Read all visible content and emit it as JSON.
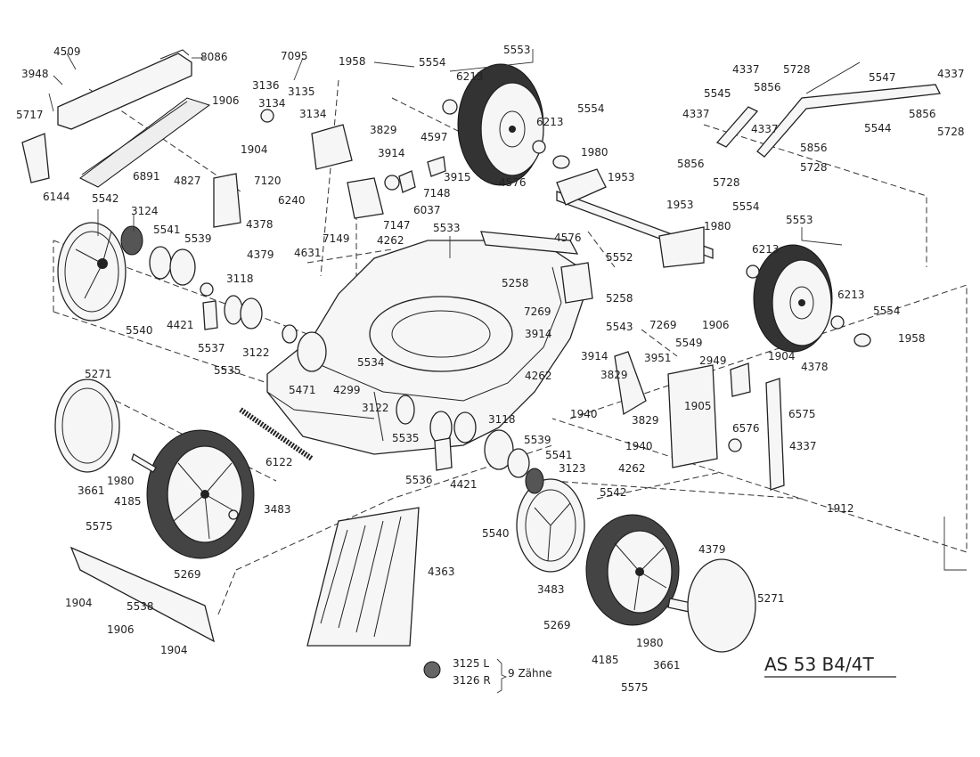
{
  "title": "AS 53 B4/4T",
  "note": {
    "parts": [
      "3125 L",
      "3126 R"
    ],
    "text": "9 Zähne"
  },
  "labels": {
    "l8086": "8086",
    "l4509": "4509",
    "l3948": "3948",
    "l5717": "5717",
    "l6144": "6144",
    "l6891": "6891",
    "l1906a": "1906",
    "l1904a": "1904",
    "l4827": "4827",
    "l7095": "7095",
    "l3136": "3136",
    "l3134a": "3134",
    "l3135": "3135",
    "l3134b": "3134",
    "l7120": "7120",
    "l6240": "6240",
    "l4378a": "4378",
    "l4379a": "4379",
    "l4631": "4631",
    "l7149": "7149",
    "l4262a": "4262",
    "l7147": "7147",
    "l6037": "6037",
    "l7148": "7148",
    "l3915": "3915",
    "l3914a": "3914",
    "l3829a": "3829",
    "l4597": "4597",
    "l1958a": "1958",
    "l5554a": "5554",
    "l6213a": "6213",
    "l5553a": "5553",
    "l5554b": "5554",
    "l6213b": "6213",
    "l1980a": "1980",
    "l1953a": "1953",
    "l4576a": "4576",
    "l4576b": "4576",
    "l5552": "5552",
    "l1953b": "1953",
    "l5533": "5533",
    "l5258a": "5258",
    "l5258b": "5258",
    "l5542a": "5542",
    "l3124": "3124",
    "l5541a": "5541",
    "l5539a": "5539",
    "l3118a": "3118",
    "l5540a": "5540",
    "l4421a": "4421",
    "l5537": "5537",
    "l5535a": "5535",
    "l3122a": "3122",
    "l5534": "5534",
    "l5471": "5471",
    "l4299": "4299",
    "l7269a": "7269",
    "l3914b": "3914",
    "l4262b": "4262",
    "l3914c": "3914",
    "l3829b": "3829",
    "l1940a": "1940",
    "l5543": "5543",
    "l7269b": "7269",
    "l3951": "3951",
    "l5549": "5549",
    "l2949": "2949",
    "l1906b": "1906",
    "l1904b": "1904",
    "l4378b": "4378",
    "l1905": "1905",
    "l3829c": "3829",
    "l1940b": "1940",
    "l4262c": "4262",
    "l6575": "6575",
    "l6576": "6576",
    "l4337a": "4337",
    "l1912": "1912",
    "l4337b": "4337",
    "l5728a": "5728",
    "l5547": "5547",
    "l4337c": "4337",
    "l5545": "5545",
    "l5856a": "5856",
    "l4337d": "4337",
    "l5544": "5544",
    "l5856b": "5856",
    "l5728b": "5728",
    "l4337e": "4337",
    "l5856c": "5856",
    "l5856d": "5856",
    "l5728c": "5728",
    "l5728d": "5728",
    "l5553b": "5553",
    "l1980b": "1980",
    "l5554c": "5554",
    "l6213c": "6213",
    "l6213d": "6213",
    "l5554d": "5554",
    "l1958b": "1958",
    "l5271a": "5271",
    "l3661a": "3661",
    "l1980c": "1980",
    "l4185a": "4185",
    "l5575a": "5575",
    "l6122": "6122",
    "l3483a": "3483",
    "l5269a": "5269",
    "l3122b": "3122",
    "l5535b": "5535",
    "l3118b": "3118",
    "l5539b": "5539",
    "l5536": "5536",
    "l4421b": "4421",
    "l5541b": "5541",
    "l3123": "3123",
    "l5542b": "5542",
    "l5540b": "5540",
    "l4379b": "4379",
    "l4363": "4363",
    "l1904c": "1904",
    "l5538": "5538",
    "l1906c": "1906",
    "l1904d": "1904",
    "l3483b": "3483",
    "l5269b": "5269",
    "l5271b": "5271",
    "l1980d": "1980",
    "l4185b": "4185",
    "l3661b": "3661",
    "l5575b": "5575"
  }
}
